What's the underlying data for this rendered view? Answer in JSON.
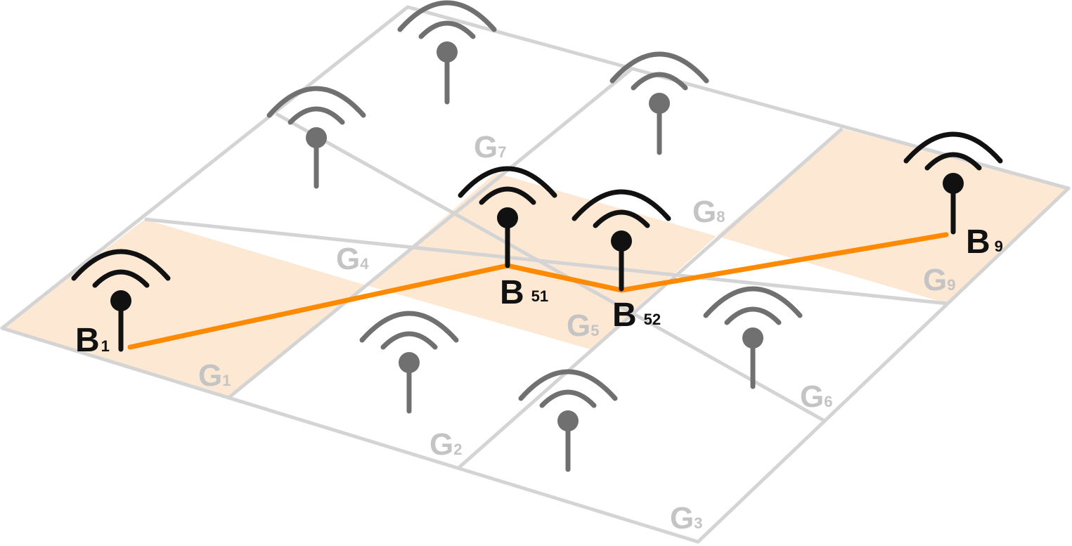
{
  "colors": {
    "background": "#ffffff",
    "grid_line": "#d4d4d4",
    "highlight_fill": "#fde8d4",
    "route": "#ff8a00",
    "tower_active": "#111111",
    "tower_inactive": "#707070",
    "grid_label": "#c4c4c4",
    "node_label": "#111111"
  },
  "icon": "wifi-antenna-icon",
  "grid_cells": [
    {
      "letter": "G",
      "index": "1",
      "highlighted": true
    },
    {
      "letter": "G",
      "index": "2",
      "highlighted": false
    },
    {
      "letter": "G",
      "index": "3",
      "highlighted": false
    },
    {
      "letter": "G",
      "index": "4",
      "highlighted": false
    },
    {
      "letter": "G",
      "index": "5",
      "highlighted": true
    },
    {
      "letter": "G",
      "index": "6",
      "highlighted": false
    },
    {
      "letter": "G",
      "index": "7",
      "highlighted": false
    },
    {
      "letter": "G",
      "index": "8",
      "highlighted": false
    },
    {
      "letter": "G",
      "index": "9",
      "highlighted": true
    }
  ],
  "nodes": [
    {
      "letter": "B",
      "index": "1",
      "active": true
    },
    {
      "letter": "B",
      "index": "51",
      "active": true
    },
    {
      "letter": "B",
      "index": "52",
      "active": true
    },
    {
      "letter": "B",
      "index": "9",
      "active": true
    }
  ],
  "route": [
    "B1",
    "B51",
    "B52",
    "B9"
  ]
}
